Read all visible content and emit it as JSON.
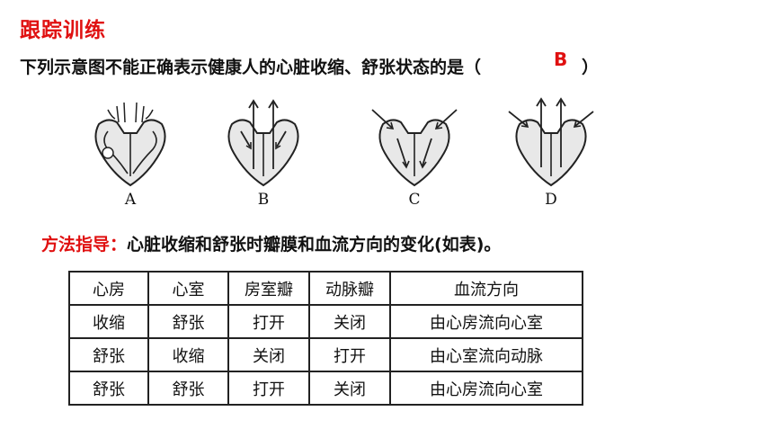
{
  "heading": "跟踪训练",
  "question": {
    "text": "下列示意图不能正确表示健康人的心脏收缩、舒张状态的是（",
    "answer": "B",
    "close": "）"
  },
  "figures": [
    {
      "label": "A"
    },
    {
      "label": "B"
    },
    {
      "label": "C"
    },
    {
      "label": "D"
    }
  ],
  "method": {
    "label": "方法指导：",
    "text": "心脏收缩和舒张时瓣膜和血流方向的变化(如表)。"
  },
  "table": {
    "headers": [
      "心房",
      "心室",
      "房室瓣",
      "动脉瓣",
      "血流方向"
    ],
    "rows": [
      [
        "收缩",
        "舒张",
        "打开",
        "关闭",
        "由心房流向心室"
      ],
      [
        "舒张",
        "收缩",
        "关闭",
        "打开",
        "由心室流向动脉"
      ],
      [
        "舒张",
        "舒张",
        "打开",
        "关闭",
        "由心房流向心室"
      ]
    ]
  }
}
